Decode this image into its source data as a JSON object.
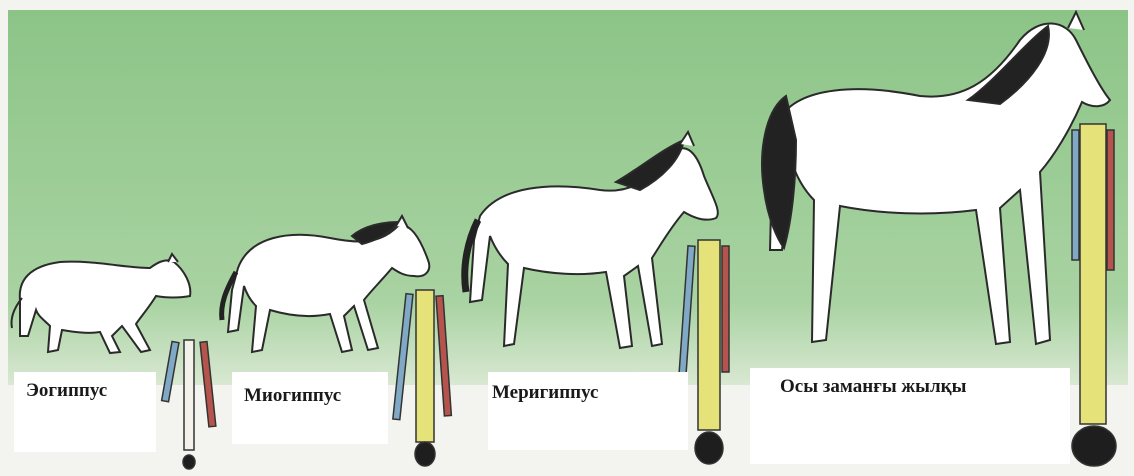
{
  "labels": {
    "eohippus": "Эогиппус",
    "miohippus": "Миогиппус",
    "merychippus": "Меригиппус",
    "modern_horse": "Осы заманғы жылқы"
  },
  "colors": {
    "background": "#8fc58a",
    "ground": "#f3f3ef",
    "horse_body": "#ffffff",
    "mane": "#222222",
    "bone_yellow": "#e6e27a",
    "bone_blue": "#7fa9c4",
    "bone_red": "#b5544c",
    "hoof": "#1e1e1e"
  }
}
